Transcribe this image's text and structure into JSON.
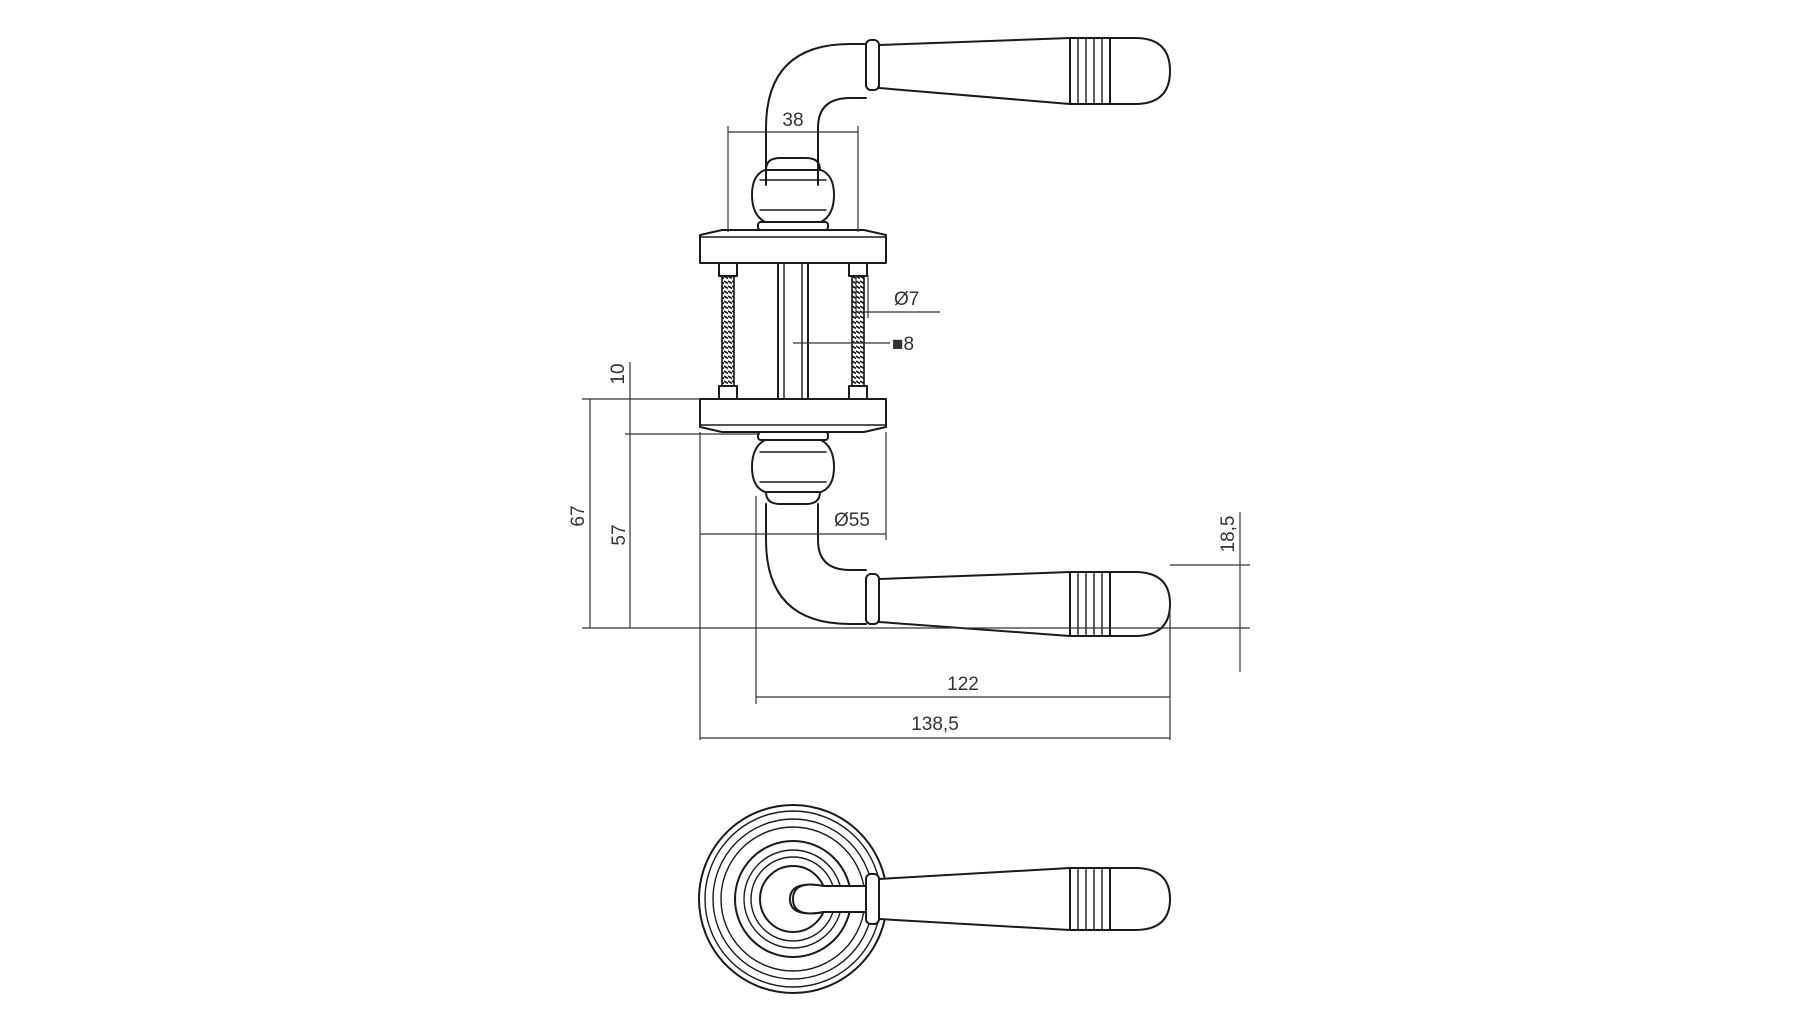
{
  "dimensions": {
    "width_38": "38",
    "pin_diameter": "Ø7",
    "spindle_square": "■8",
    "height_10": "10",
    "height_67": "67",
    "height_57": "57",
    "rose_diameter": "Ø55",
    "offset_18_5": "18,5",
    "length_122": "122",
    "length_138_5": "138,5"
  },
  "colors": {
    "line": "#1a1a1a",
    "dimension": "#333333",
    "background": "#ffffff"
  }
}
